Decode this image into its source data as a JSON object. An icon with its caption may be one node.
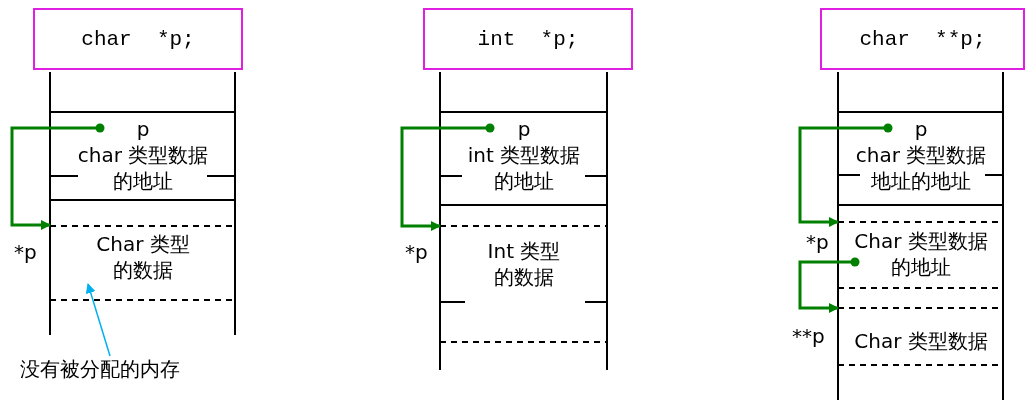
{
  "diagram": {
    "nodes": [
      {
        "text": [
          "char  *p;"
        ]
      },
      {
        "text": [
          "p",
          "char 类型数据的地址"
        ]
      },
      {
        "text": [
          "Char 类型的数据"
        ],
        "beside": [
          "*p"
        ]
      },
      {
        "text": [
          "没有被分配的内存"
        ]
      },
      {
        "text": [
          "int  *p;"
        ]
      },
      {
        "text": [
          "p",
          "int 类型数据的地址"
        ]
      },
      {
        "text": [
          "Int 类型的数据"
        ],
        "beside": [
          "*p"
        ]
      },
      {
        "text": [
          "char  **p;"
        ]
      },
      {
        "text": [
          "p",
          "char 类型数据地址的地址"
        ]
      },
      {
        "text": [
          "Char 类型数据的地址"
        ],
        "beside": [
          "*p"
        ]
      },
      {
        "text": [
          "Char 类型数据"
        ],
        "beside": [
          "**p"
        ]
      }
    ],
    "edges": [
      {
        "from": 1,
        "to": 2,
        "arrow": "to"
      },
      {
        "from": 3,
        "to": 2,
        "arrow": "to",
        "color": "#00b0f0"
      },
      {
        "from": 5,
        "to": 6,
        "arrow": "to"
      },
      {
        "from": 8,
        "to": 9,
        "arrow": "to"
      },
      {
        "from": 9,
        "to": 10,
        "arrow": "to"
      }
    ]
  }
}
